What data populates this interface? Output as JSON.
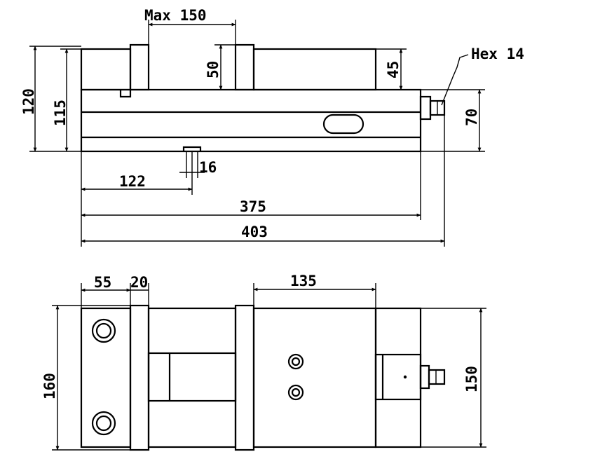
{
  "dimensions": {
    "max_150": "Max 150",
    "hex_14": "Hex 14",
    "h_120": "120",
    "h_115": "115",
    "h_50": "50",
    "h_45": "45",
    "h_70": "70",
    "w_16": "16",
    "w_122": "122",
    "w_375": "375",
    "w_403": "403",
    "w_55": "55",
    "w_20": "20",
    "w_135": "135",
    "h_160": "160",
    "h_150": "150"
  }
}
